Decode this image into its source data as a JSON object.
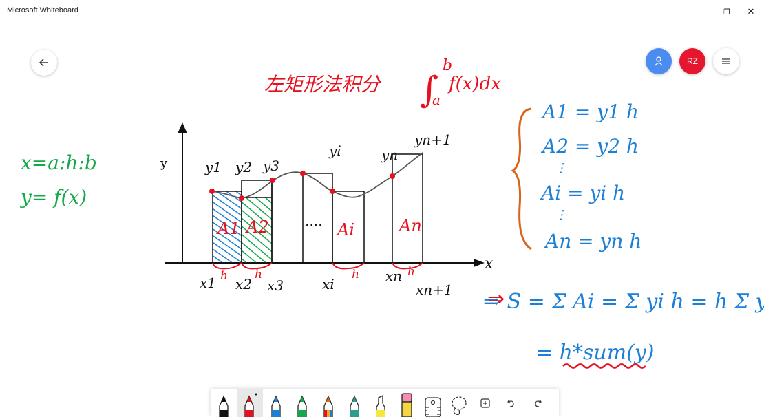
{
  "window": {
    "title": "Microsoft Whiteboard",
    "controls": {
      "minimize": "–",
      "restore": "❐",
      "close": "✕"
    }
  },
  "top_buttons": {
    "avatar_initials": "RZ"
  },
  "colors": {
    "red_ink": "#e8101e",
    "blue_ink": "#1b7fd6",
    "green_ink": "#13a84a",
    "black_ink": "#111111",
    "people_button": "#4a8cf0",
    "avatar_button": "#e5172f"
  },
  "whiteboard": {
    "heading_red": "左矩形法积分",
    "integral": {
      "upper": "b",
      "lower": "a",
      "integrand": "f(x)dx"
    },
    "green_notes": [
      "x=a:h:b",
      "y= f(x)"
    ],
    "graph_labels": {
      "y_axis": "y",
      "x_axis": "x",
      "heights": [
        "y1",
        "y2",
        "y3",
        "yi",
        "yn",
        "yn+1"
      ],
      "x_ticks": [
        "x1",
        "x2",
        "x3",
        "xi",
        "xn",
        "xn+1"
      ],
      "areas": [
        "A1",
        "A2",
        "Ai",
        "An"
      ],
      "ellipsis": "....",
      "step": "h"
    },
    "blue_equations": [
      "A1 = y1 h",
      "A2 = y2 h",
      "Ai = yi h",
      "An = yn h"
    ],
    "sum_formula": "⇒ S = Σ Ai = Σ yi h = h Σ yi",
    "result": "= h*sum(y)"
  },
  "toolbar": {
    "tools": [
      {
        "name": "black-pen-icon",
        "color": "#111111"
      },
      {
        "name": "red-pen-icon",
        "color": "#e8101e",
        "selected": true
      },
      {
        "name": "blue-pen-icon",
        "color": "#1b7fd6"
      },
      {
        "name": "green-pen-icon",
        "color": "#13a84a"
      },
      {
        "name": "rainbow-pen-icon",
        "color": "#d2691e"
      },
      {
        "name": "galaxy-pen-icon",
        "color": "#2a9d8f"
      },
      {
        "name": "yellow-highlighter-icon",
        "color": "#f5e83a"
      },
      {
        "name": "pink-eraser-icon",
        "color": "#f48fb1"
      },
      {
        "name": "ruler-icon",
        "color": "#333333"
      },
      {
        "name": "lasso-icon",
        "color": "#333333"
      },
      {
        "name": "add-icon",
        "color": "#333333"
      },
      {
        "name": "undo-icon",
        "color": "#333333"
      },
      {
        "name": "redo-icon",
        "color": "#333333"
      }
    ]
  }
}
